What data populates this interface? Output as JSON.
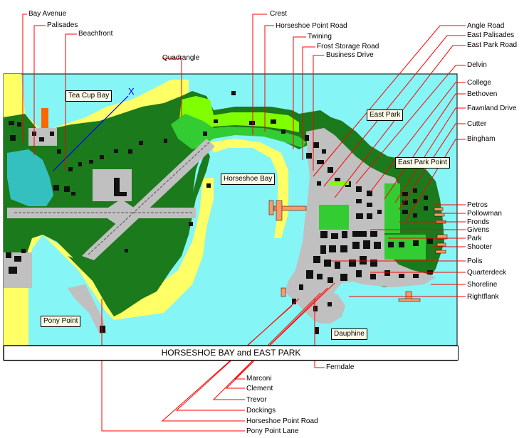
{
  "title": "HORSESHOE BAY and EAST PARK",
  "colors": {
    "water": "#86f5f5",
    "sand": "#ffff66",
    "park": "#1b7a1b",
    "grass": "#33cc33",
    "light_green": "#7fff00",
    "urban": "#c0c0c0",
    "building": "#111111",
    "leader": "#ff0000",
    "cape": "#b9b35a"
  },
  "map_labels": {
    "tea_cup_bay": "Tea Cup Bay",
    "x_marker": "X",
    "horseshoe_bay": "Horseshoe Bay",
    "east_park": "East Park",
    "east_park_point": "East Park Point",
    "pony_point": "Pony Point",
    "dauphine": "Dauphine"
  },
  "callouts": {
    "bay_avenue": "Bay Avenue",
    "palisades": "Palisades",
    "beachfront": "Beachfront",
    "quadrangle": "Quadrangle",
    "crest": "Crest",
    "horseshoe_point_road_top": "Horseshoe Point Road",
    "twining": "Twining",
    "frost_storage_road": "Frost Storage Road",
    "business_drive": "Business Drive",
    "angle_road": "Angle Road",
    "east_palisades": "East Palisades",
    "east_park_road": "East Park Road",
    "delvin": "Delvin",
    "college": "College",
    "bethoven": "Bethoven",
    "fawnland_drive": "Fawnland Drive",
    "cutter": "Cutter",
    "bingham": "Bingham",
    "petros": "Petros",
    "pollowman": "Pollowman",
    "fronds": "Fronds",
    "givens": "Givens",
    "park": "Park",
    "shooter": "Shooter",
    "polis": "Polis",
    "quarterdeck": "Quarterdeck",
    "shoreline": "Shoreline",
    "rightflank": "Rightflank",
    "ferndale": "Ferndale",
    "marconi": "Marconi",
    "clement": "Clement",
    "trevor": "Trevor",
    "dockings": "Dockings",
    "horseshoe_point_road_bottom": "Horseshoe Point Road",
    "pony_point_lane": "Pony Point Lane"
  }
}
